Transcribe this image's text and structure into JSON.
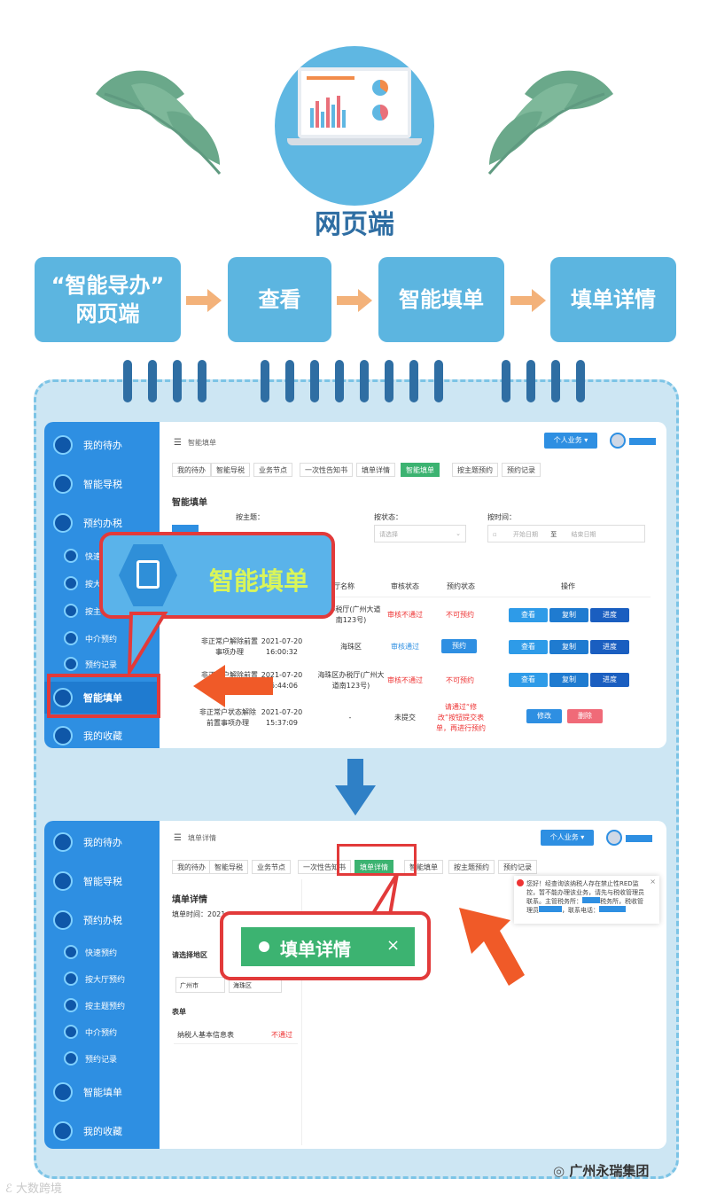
{
  "header": {
    "title": "网页端"
  },
  "steps": [
    {
      "line1": "“智能导办”",
      "line2": "网页端"
    },
    {
      "label": "查看"
    },
    {
      "label": "智能填单"
    },
    {
      "label": "填单详情"
    }
  ],
  "screen1": {
    "sidebar": {
      "items": [
        "我的待办",
        "智能导税",
        "预约办税",
        "智能填单",
        "我的收藏"
      ],
      "sub_items": [
        "快速",
        "按大",
        "按主",
        "中介预约",
        "预约记录"
      ]
    },
    "breadcrumb": "智能填单",
    "user_button": "个人业务",
    "tabs": [
      "我的待办",
      "智能导税",
      "业务节点",
      "一次性告知书",
      "填单详情",
      "智能填单",
      "按主题预约",
      "预约记录"
    ],
    "page_title": "智能填单",
    "filters": {
      "by_topic": "按主题：",
      "by_status": "按状态：",
      "status_placeholder": "请选择",
      "by_time": "按时间：",
      "start_placeholder": "开始日期",
      "to": "至",
      "end_placeholder": "结束日期"
    },
    "table_headers": [
      "厅名称",
      "审核状态",
      "预约状态",
      "操作"
    ],
    "rows": [
      {
        "name": "",
        "time": "",
        "hall": "区办税厅(广州大道南123号)",
        "audit": "审核不通过",
        "reserve": "不可预约",
        "actions": [
          "查看",
          "复制",
          "进度"
        ]
      },
      {
        "name": "非正常户解除前置事项办理",
        "time": "2021-07-20 16:00:32",
        "hall": "海珠区",
        "audit": "审核通过",
        "reserve": "预约",
        "actions": [
          "查看",
          "复制",
          "进度"
        ]
      },
      {
        "name": "非正常户解除前置",
        "time": "2021-07-20 15:44:06",
        "hall": "海珠区办税厅(广州大道南123号)",
        "audit": "审核不通过",
        "reserve": "不可预约",
        "actions": [
          "查看",
          "复制",
          "进度"
        ]
      },
      {
        "name": "非正常户状态解除前置事项办理",
        "time": "2021-07-20 15:37:09",
        "hall": "-",
        "audit": "未提交",
        "reserve": "请通过“修改”按钮提交表单，再进行预约",
        "actions": [
          "修改",
          "删除"
        ]
      }
    ],
    "callout": "智能填单"
  },
  "screen2": {
    "sidebar": {
      "items": [
        "我的待办",
        "智能导税",
        "预约办税",
        "智能填单",
        "我的收藏"
      ],
      "sub_items": [
        "快速预约",
        "按大厅预约",
        "按主题预约",
        "中介预约",
        "预约记录"
      ]
    },
    "breadcrumb": "填单详情",
    "user_button": "个人业务",
    "tabs": [
      "我的待办",
      "智能导税",
      "业务节点",
      "一次性告知书",
      "填单详情",
      "智能填单",
      "按主题预约",
      "预约记录"
    ],
    "page_title": "填单详情",
    "fill_time_label": "填单时间：2021",
    "select_area_label": "请选择地区",
    "city": "广州市",
    "district": "海珠区",
    "form_label": "表单",
    "form_item": "纳税人基本信息表",
    "form_status": "不通过",
    "notice": "您好！经查询该纳税人存在禁止性RED监控，暂不能办理该业务，请先与税收管理员联系。主管税务所：",
    "notice_tail": "税务所，税收管理员",
    "notice_phone": "，联系电话：",
    "callout": "填单详情"
  },
  "footer": {
    "left_watermark": "大数跨境",
    "right_watermark": "广州永瑞集团"
  },
  "colors": {
    "accent": "#5cb5e0",
    "dark_blue": "#2f6ea3",
    "red": "#e23a3a",
    "orange": "#f05a28",
    "green": "#3cb371"
  }
}
